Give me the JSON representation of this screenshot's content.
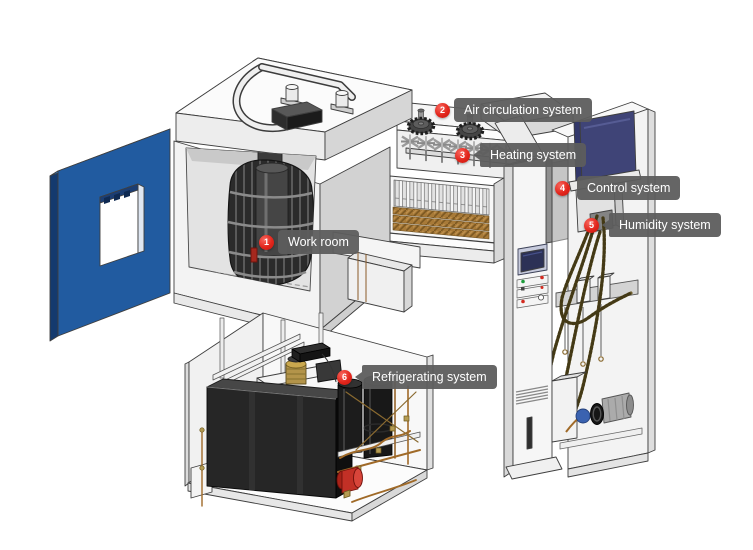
{
  "diagram": {
    "callouts": [
      {
        "number": "1",
        "label": "Work room"
      },
      {
        "number": "2",
        "label": "Air circulation system"
      },
      {
        "number": "3",
        "label": "Heating system"
      },
      {
        "number": "4",
        "label": "Control system"
      },
      {
        "number": "5",
        "label": "Humidity system"
      },
      {
        "number": "6",
        "label": "Refrigerating system"
      }
    ],
    "colors": {
      "background": "#ffffff",
      "badge_red": "#e2261c",
      "label_bg": "#5d5d5d",
      "label_text": "#ffffff",
      "door_blue": "#215ba0",
      "door_bevel_blue": "#2e82dc",
      "door_edge_dark": "#143a6e",
      "panel_navy": "#3f4477",
      "screen_navy": "#2c3156",
      "condenser_black": "#262626",
      "coil_tan": "#a87a38",
      "copper": "#a06a28",
      "brass": "#b49b52",
      "pump_red": "#c23026",
      "pump_blue": "#3a62b0",
      "machine_outline": "#3f3f3f"
    }
  }
}
